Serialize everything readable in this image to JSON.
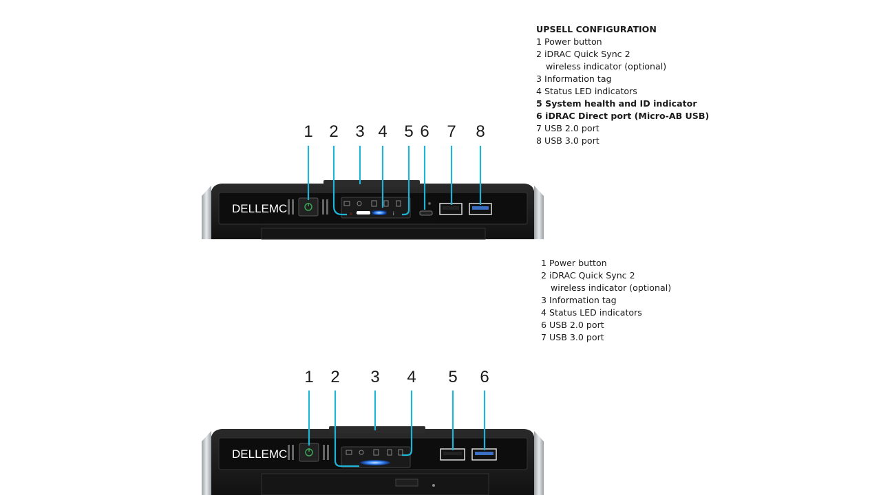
{
  "top": {
    "legend": {
      "title": "UPSELL CONFIGURATION",
      "items": [
        {
          "text": "1 Power button",
          "bold": false
        },
        {
          "text": "2 iDRAC Quick Sync 2",
          "bold": false
        },
        {
          "text": "wireless indicator (optional)",
          "bold": false,
          "indent": true
        },
        {
          "text": "3 Information tag",
          "bold": false
        },
        {
          "text": "4 Status LED indicators",
          "bold": false
        },
        {
          "text": "5 System health and ID indicator",
          "bold": true
        },
        {
          "text": "6 iDRAC Direct port (Micro-AB USB)",
          "bold": true
        },
        {
          "text": "7 USB 2.0 port",
          "bold": false
        },
        {
          "text": "8 USB 3.0 port",
          "bold": false
        }
      ]
    },
    "callouts": [
      "1",
      "2",
      "3",
      "4",
      "5",
      "6",
      "7",
      "8"
    ],
    "brand": "DELLEMC"
  },
  "bottom": {
    "legend": {
      "items": [
        {
          "text": "1 Power button"
        },
        {
          "text": "2 iDRAC Quick Sync 2"
        },
        {
          "text": "wireless indicator (optional)",
          "indent": true
        },
        {
          "text": "3 Information tag"
        },
        {
          "text": "4 Status LED indicators"
        },
        {
          "text": "6 USB 2.0 port"
        },
        {
          "text": "7 USB 3.0 port"
        }
      ]
    },
    "callouts": [
      "1",
      "2",
      "3",
      "4",
      "5",
      "6"
    ],
    "brand": "DELLEMC"
  },
  "colors": {
    "callout_line": "#1fb3d6",
    "chassis": "#1c1c1c",
    "panel": "#111111",
    "bezel_silver": "#cfd3d6",
    "led_blue": "#2f7fff",
    "power_green": "#3aa655"
  }
}
